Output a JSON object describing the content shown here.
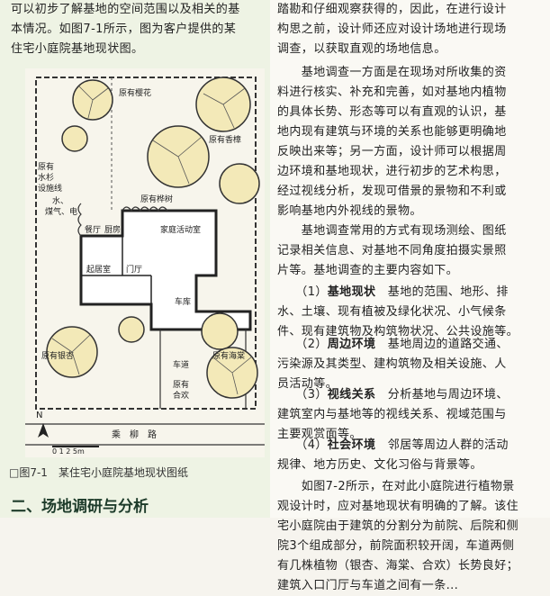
{
  "left": {
    "intro": "可以初步了解基地的空间范围以及相关的基\n本情况。如图7-1所示，图为客户提供的某\n住宅小庭院基地现状图。",
    "caption": "□图7-1　某住宅小庭院基地现状图纸",
    "section_title": "二、场地调研与分析"
  },
  "figure": {
    "labels": {
      "sakura": "原有樱花",
      "camphor": "原有香樟",
      "birch": "原有桦树",
      "shrub": "原有\n水杉\n设施线",
      "utilities": "水、\n煤气、电",
      "dining": "餐厅",
      "kitchen": "厨房",
      "family_room": "家庭活动室",
      "living": "起居室",
      "foyer": "门厅",
      "garage": "车库",
      "ginkgo": "原有银杏",
      "begonia": "原有海棠",
      "driveway": "车道",
      "albizia": "原有\n合欢",
      "road": "乘　柳　路",
      "north": "N",
      "scale": "0 1 2    5m"
    }
  },
  "right": {
    "p1": "踏勘和仔细观察获得的，因此，在进行设计\n构思之前，设计师还应对设计场地进行现场\n调查，以获取直观的场地信息。",
    "p2": "　　基地调查一方面是在现场对所收集的资\n料进行核实、补充和完善，如对基地内植物\n的具体长势、形态等可以有直观的认识，基\n地内现有建筑与环境的关系也能够更明确地\n反映出来等；另一方面，设计师可以根据周\n边环境和基地现状，进行初步的艺术构思，\n经过视线分析，发现可借景的景物和不利或\n影响基地内外视线的景物。",
    "p3": "　　基地调查常用的方式有现场测绘、图纸\n记录相关信息、对基地不同角度拍摄实景照\n片等。基地调查的主要内容如下。",
    "items": [
      {
        "num": "　　（1）",
        "head": "基地现状",
        "body": "　基地的范围、地形、排\n水、土壤、现有植被及绿化状况、小气候条\n件、现有建筑物及构筑物状况、公共设施等。"
      },
      {
        "num": "　　（2）",
        "head": "周边环境",
        "body": "　基地周边的道路交通、\n污染源及其类型、建构筑物及相关设施、人\n员活动等。"
      },
      {
        "num": "　　（3）",
        "head": "视线关系",
        "body": "　分析基地与周边环境、\n建筑室内与基地等的视线关系、视域范围与\n主要观赏面等。"
      },
      {
        "num": "　　（4）",
        "head": "社会环境",
        "body": "　邻居等周边人群的活动\n规律、地方历史、文化习俗与背景等。"
      }
    ],
    "p4": "　　如图7-2所示，在对此小庭院进行植物景\n观设计时，应对基地现状有明确的了解。该住\n宅小庭院由于建筑的分割分为前院、后院和侧\n院3个组成部分，前院面积较开阔，车道两侧\n有几株植物（银杏、海棠、合欢）长势良好；\n建筑入口门厅与车道之间有一条..."
  }
}
